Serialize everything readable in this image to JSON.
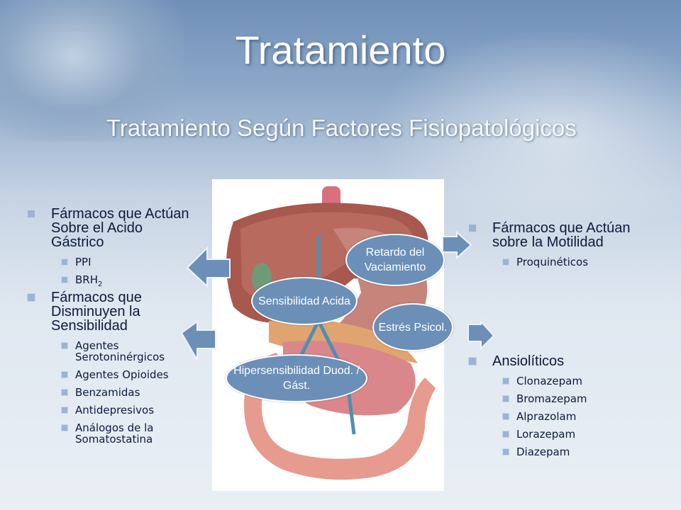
{
  "title": "Tratamiento",
  "subtitle": "Tratamiento Según Factores Fisiopatológicos",
  "left_list": [
    {
      "label": "Fármacos que Actúan Sobre el Acido Gástrico",
      "items": [
        "PPI",
        "BRH2"
      ]
    },
    {
      "label": "Fármacos que Disminuyen la Sensibilidad",
      "items": [
        "Agentes Serotoninérgicos",
        "Agentes Opioides",
        "Benzamidas",
        "Antidepresivos",
        "Análogos de la Somatostatina"
      ]
    }
  ],
  "right_list": [
    {
      "label": "Fármacos que Actúan sobre la Motilidad",
      "items": [
        "Proquinéticos"
      ]
    },
    {
      "label": "Ansiolíticos",
      "items": [
        "Clonazepam",
        "Bromazepam",
        "Alprazolam",
        "Lorazepam",
        "Diazepam"
      ]
    }
  ],
  "ovals": {
    "retardo": "Retardo del Vaciamiento",
    "sensibilidad": "Sensibilidad Acida",
    "estres": "Estrés Psicol.",
    "hipersensibilidad": "Hipersensibilidad Duod. / Gást."
  },
  "colors": {
    "oval_fill": "#6b8fb7",
    "text_dark": "#0e1a3a"
  }
}
